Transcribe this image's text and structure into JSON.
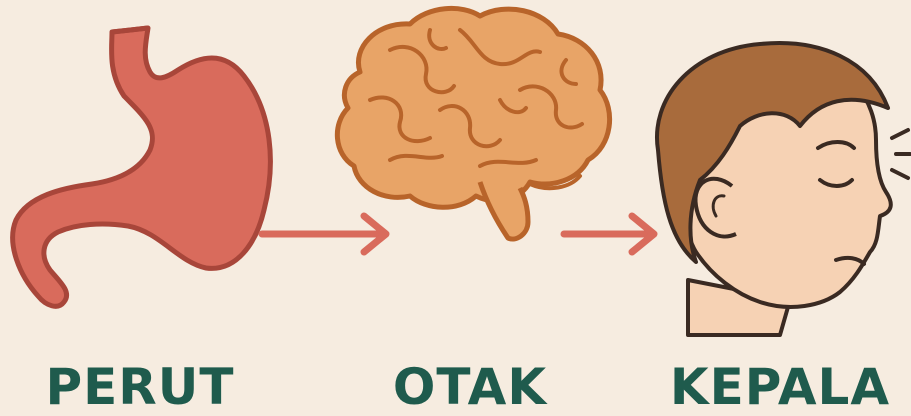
{
  "stages": [
    {
      "label": "PERUT",
      "icon": "stomach-icon"
    },
    {
      "label": "OTAK",
      "icon": "brain-icon"
    },
    {
      "label": "KEPALA",
      "icon": "head-icon"
    }
  ],
  "connectors": [
    "arrow-right-icon",
    "arrow-right-icon"
  ],
  "colors": {
    "background": "#f6ece0",
    "label": "#1f5b4d",
    "stomach_fill": "#d96b5c",
    "stomach_outline": "#a8463a",
    "brain_fill": "#e8a467",
    "brain_outline": "#b8642a",
    "arrow": "#d96b5c",
    "hair": "#a86b3c",
    "skin": "#f6d2b4",
    "outline": "#3a2a22"
  }
}
